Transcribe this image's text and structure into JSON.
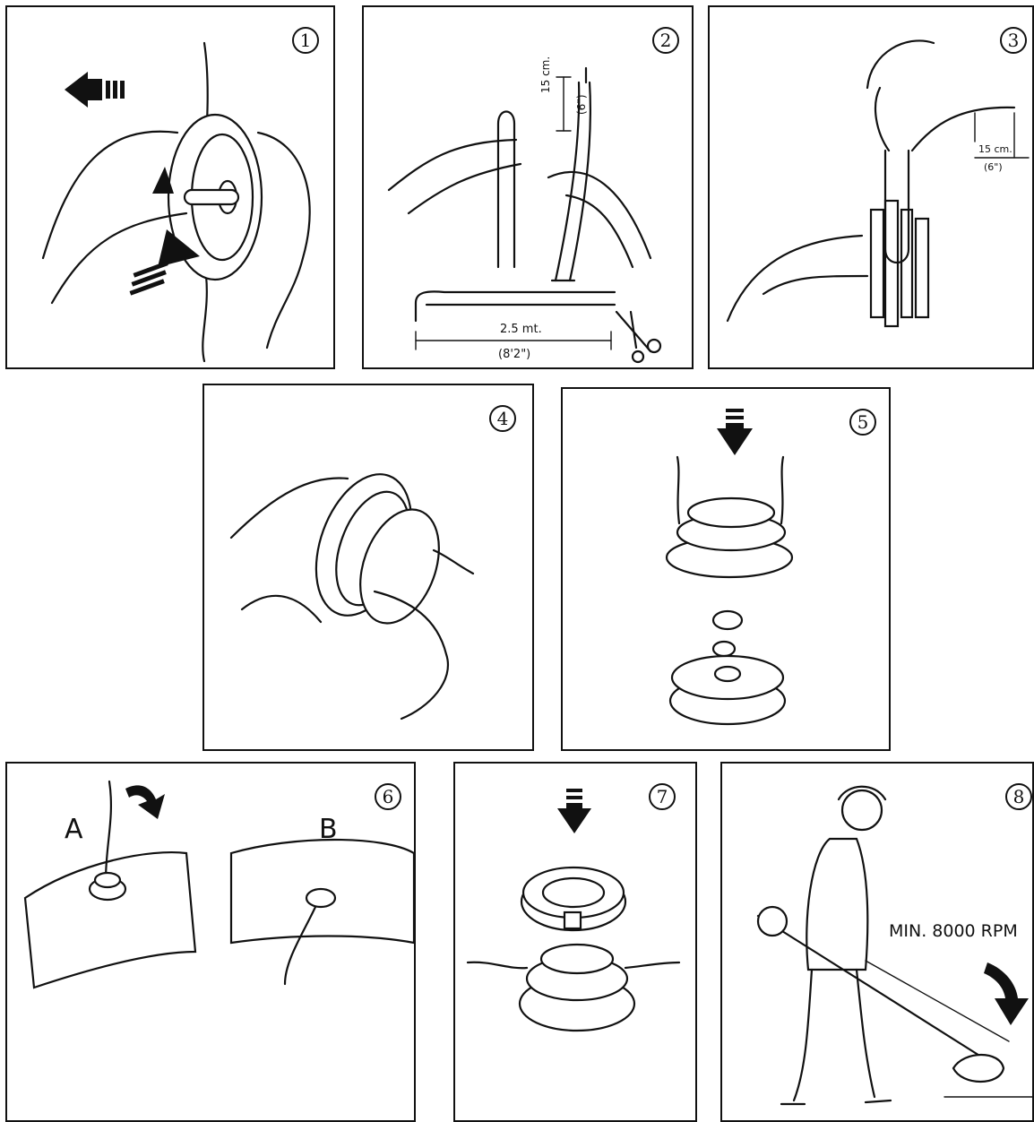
{
  "steps": [
    {
      "number": "1"
    },
    {
      "number": "2",
      "measure_small_metric": "15 cm.",
      "measure_small_imperial": "(6\")",
      "measure_long_metric": "2.5 mt.",
      "measure_long_imperial": "(8'2\")"
    },
    {
      "number": "3",
      "measure_metric": "15 cm.",
      "measure_imperial": "(6\")"
    },
    {
      "number": "4"
    },
    {
      "number": "5"
    },
    {
      "number": "6",
      "label_a": "A",
      "label_b": "B"
    },
    {
      "number": "7"
    },
    {
      "number": "8",
      "speed_label": "MIN. 8000 RPM"
    }
  ],
  "icons": [
    "push-arrow-icon",
    "scissors-icon",
    "down-arrow-icon",
    "rotation-arrow-icon"
  ]
}
